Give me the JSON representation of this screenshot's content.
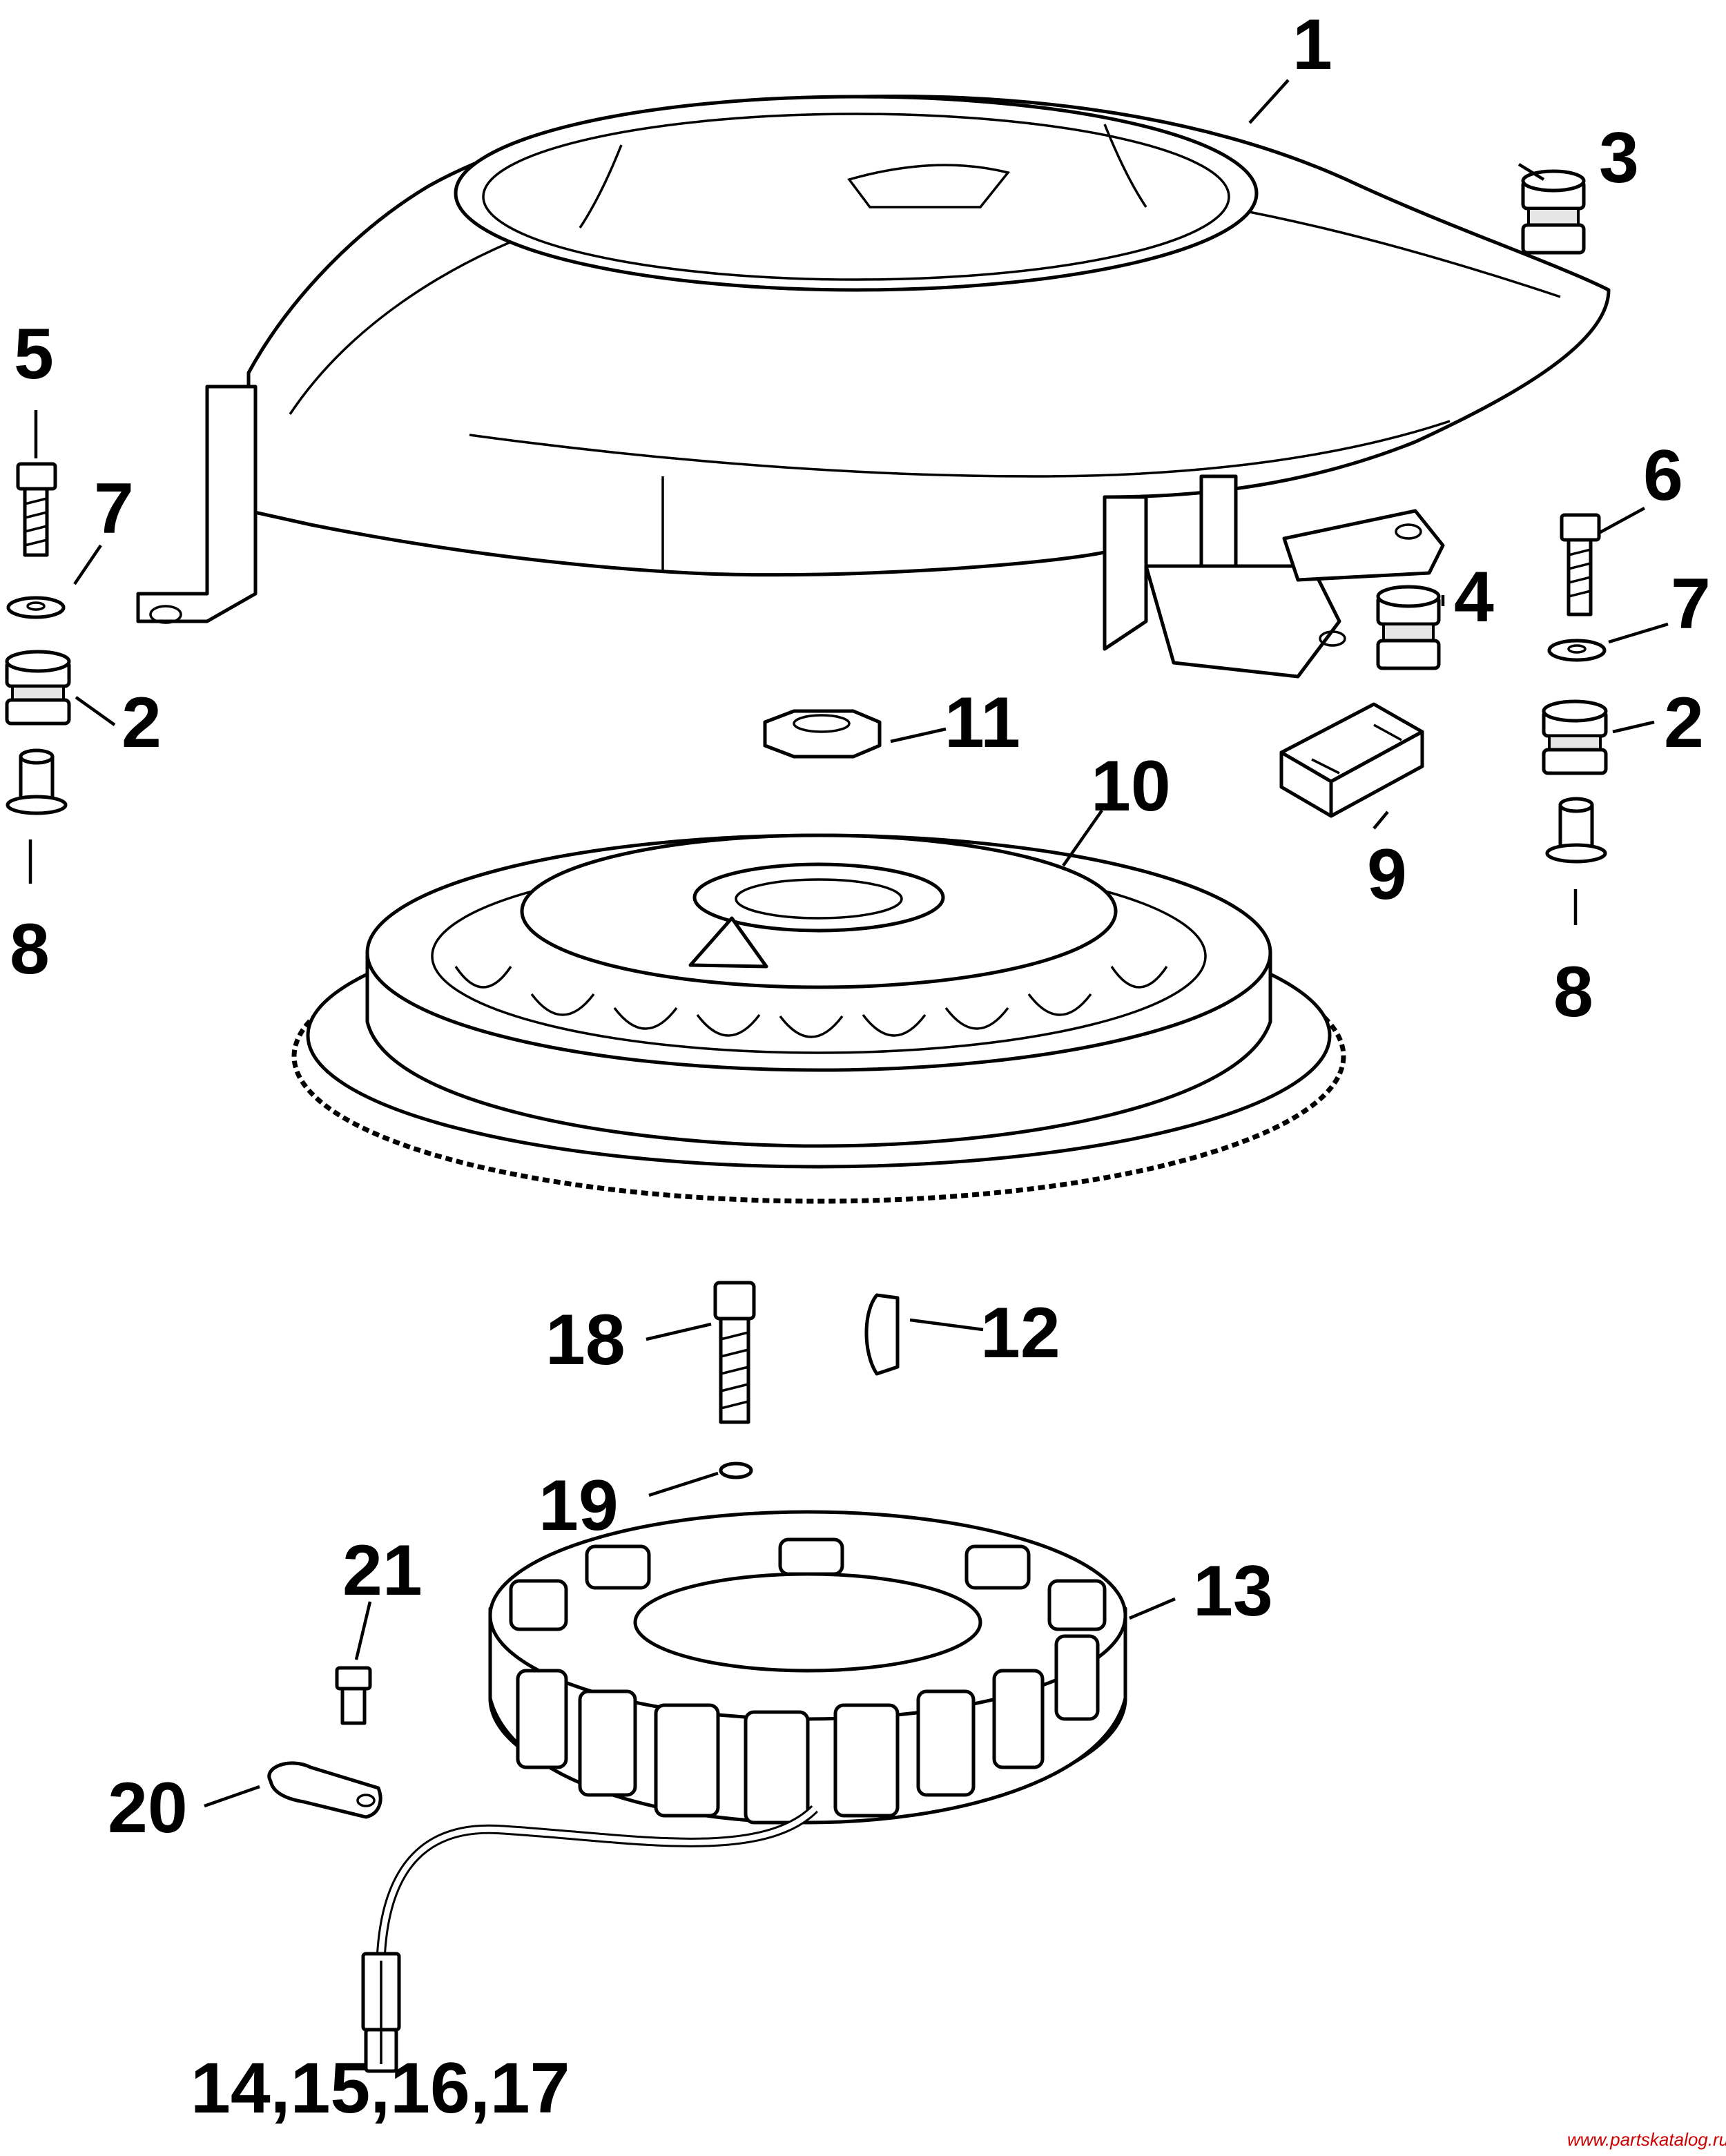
{
  "callouts": {
    "c1": "1",
    "c2_left": "2",
    "c2_right": "2",
    "c3": "3",
    "c4": "4",
    "c5": "5",
    "c6": "6",
    "c7_left": "7",
    "c7_right": "7",
    "c8_left": "8",
    "c8_right": "8",
    "c9": "9",
    "c10": "10",
    "c11": "11",
    "c12": "12",
    "c13": "13",
    "c14_17": "14,15,16,17",
    "c18": "18",
    "c19": "19",
    "c20": "20",
    "c21": "21"
  },
  "watermark": "www.partskatalog.ru"
}
